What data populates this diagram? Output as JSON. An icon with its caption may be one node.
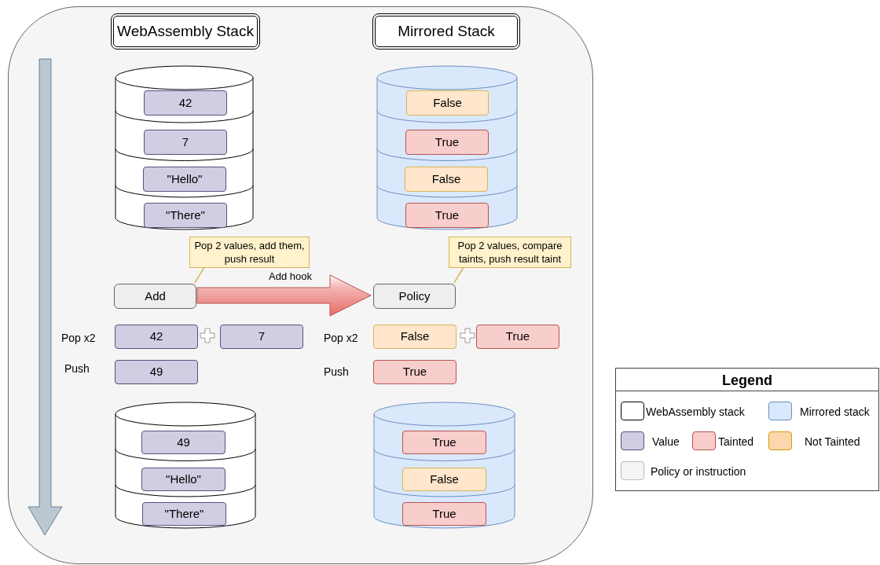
{
  "diagram": {
    "nodes": [
      {
        "text": [],
        "shape": "box"
      },
      {
        "text": [
          "WebAssembly Stack"
        ],
        "in": 0
      },
      {
        "text": [
          "Mirrored Stack"
        ],
        "in": 0
      },
      {
        "text": [],
        "shape": "cylinder",
        "in": 0
      },
      {
        "text": [
          "42"
        ],
        "in": 3
      },
      {
        "text": [
          "7"
        ],
        "in": 3
      },
      {
        "text": [
          "\"Hello\""
        ],
        "in": 3
      },
      {
        "text": [
          "\"There\""
        ],
        "in": 3
      },
      {
        "text": [],
        "shape": "cylinder",
        "in": 0
      },
      {
        "text": [
          "False"
        ],
        "in": 8
      },
      {
        "text": [
          "True"
        ],
        "in": 8
      },
      {
        "text": [
          "False"
        ],
        "in": 8
      },
      {
        "text": [
          "True"
        ],
        "in": 8
      },
      {
        "text": [
          "Pop 2 values, add them, push result"
        ],
        "in": 0
      },
      {
        "text": [
          "Add"
        ],
        "in": 0
      },
      {
        "text": [
          "Pop 2 values, compare taints, push result taint"
        ],
        "in": 0
      },
      {
        "text": [
          "Policy"
        ],
        "in": 0
      },
      {
        "text": [
          "42"
        ],
        "in": 0
      },
      {
        "text": [
          "7"
        ],
        "in": 0
      },
      {
        "text": [
          "49"
        ],
        "in": 0
      },
      {
        "text": [
          "False"
        ],
        "in": 0
      },
      {
        "text": [
          "True"
        ],
        "in": 0
      },
      {
        "text": [
          "True"
        ],
        "in": 0
      },
      {
        "text": [],
        "shape": "cylinder",
        "in": 0
      },
      {
        "text": [
          "49"
        ],
        "in": 23
      },
      {
        "text": [
          "\"Hello\""
        ],
        "in": 23
      },
      {
        "text": [
          "\"There\""
        ],
        "in": 23
      },
      {
        "text": [],
        "shape": "cylinder",
        "in": 0
      },
      {
        "text": [
          "True"
        ],
        "in": 27
      },
      {
        "text": [
          "False"
        ],
        "in": 27
      },
      {
        "text": [
          "True"
        ],
        "in": 27
      }
    ],
    "edges": [
      {
        "from": 14,
        "to": 16,
        "arrow": "to",
        "label": "Add hook",
        "style": "thick",
        "color": "#ea6b66"
      },
      {
        "from": 13,
        "to": 14,
        "arrow": "none"
      },
      {
        "from": 15,
        "to": 16,
        "arrow": "none"
      }
    ],
    "labels": [
      "Pop x2",
      "Pop x2",
      "Push",
      "Push",
      "Legend"
    ],
    "legend": [
      {
        "text": "WebAssembly stack",
        "color": "#ffffff"
      },
      {
        "text": "Mirrored stack",
        "color": "#dae8fc"
      },
      {
        "text": "Value",
        "color": "#d0cee2"
      },
      {
        "text": "Tainted",
        "color": "#f8cecc"
      },
      {
        "text": "Not Tainted",
        "color": "#fad7ac"
      },
      {
        "text": "Policy or instruction",
        "color": "#f5f5f5"
      }
    ]
  }
}
